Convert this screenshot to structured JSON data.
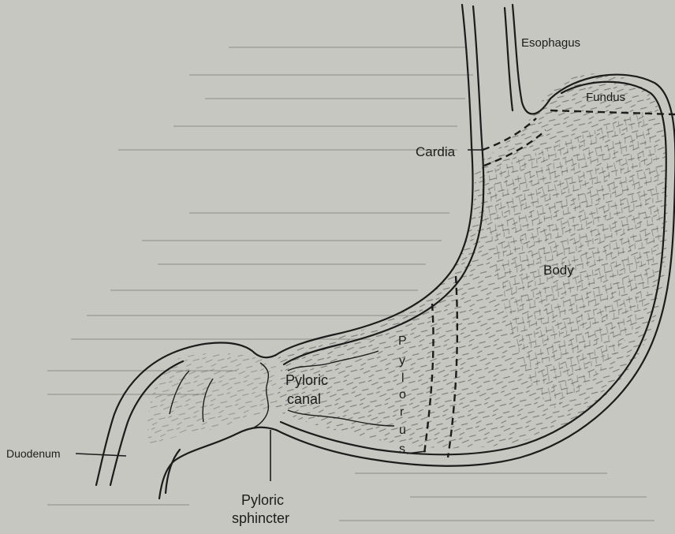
{
  "labels": {
    "esophagus": "Esophagus",
    "fundus": "Fundus",
    "cardia": "Cardia",
    "body": "Body",
    "pylorus": [
      "P",
      "y",
      "l",
      "o",
      "r",
      "u",
      "s"
    ],
    "pyloric_canal_line1": "Pyloric",
    "pyloric_canal_line2": "canal",
    "duodenum": "Duodenum",
    "pyloric_sphincter_line1": "Pyloric",
    "pyloric_sphincter_line2": "sphincter"
  },
  "colors": {
    "paper": "#c7c7c2",
    "ink": "#1c1c1c"
  }
}
